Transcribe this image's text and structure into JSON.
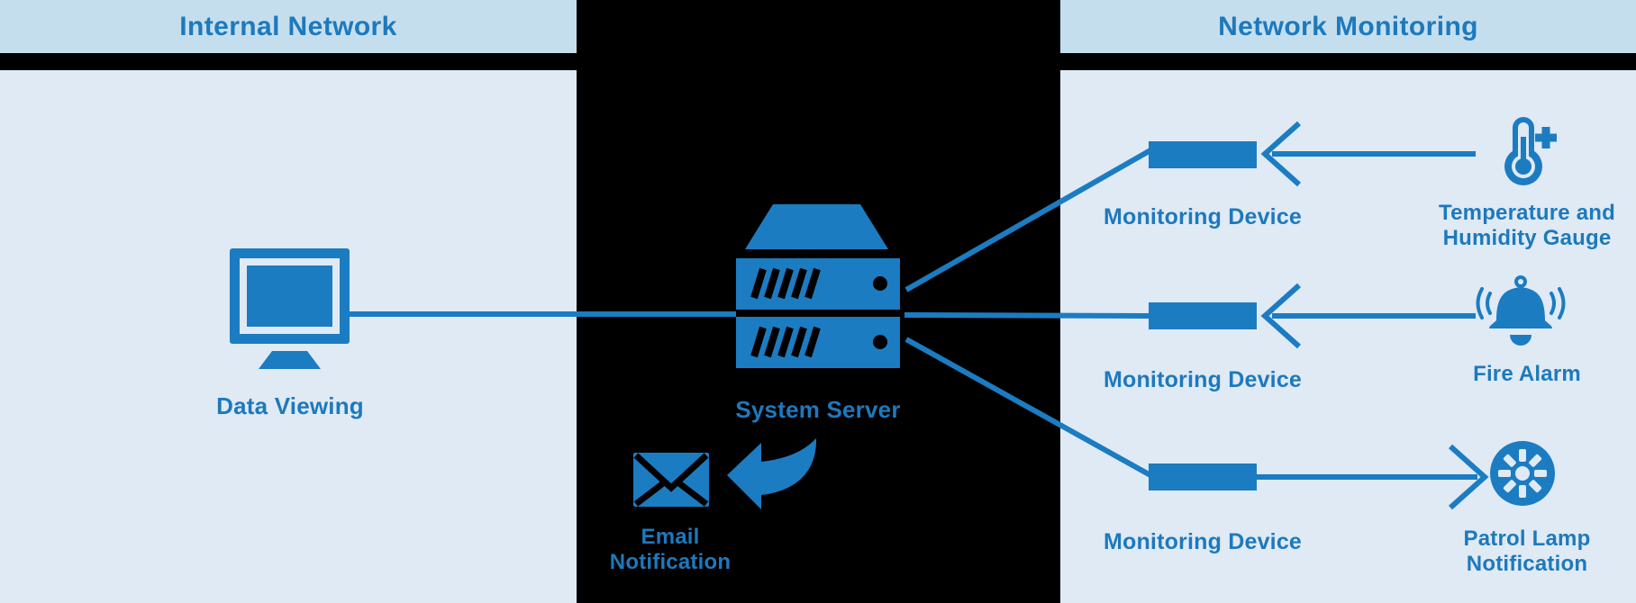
{
  "colors": {
    "accent": "#1c7cc2",
    "text_blue": "#1d79bd",
    "panel_header_bg": "#c5deee",
    "panel_body_bg": "#dfeaf5",
    "background": "#000000"
  },
  "panels": {
    "internal": {
      "title": "Internal Network"
    },
    "monitoring": {
      "title": "Network Monitoring"
    }
  },
  "internal": {
    "workstation": {
      "label": "Data Viewing",
      "icon": "monitor-icon"
    }
  },
  "server": {
    "label": "System Server",
    "icon": "server-icon"
  },
  "email": {
    "label_line1": "Email",
    "label_line2": "Notification",
    "icon": "envelope-icon",
    "arrow_icon": "curved-arrow-icon"
  },
  "monitoring": {
    "devices": [
      {
        "label": "Monitoring Device"
      },
      {
        "label": "Monitoring Device"
      },
      {
        "label": "Monitoring Device"
      }
    ],
    "sensors": [
      {
        "label_line1": "Temperature and",
        "label_line2": "Humidity Gauge",
        "icon": "thermometer-icon",
        "arrow_direction": "toward-device"
      },
      {
        "label_line1": "Fire Alarm",
        "label_line2": "",
        "icon": "fire-alarm-bell-icon",
        "arrow_direction": "toward-device"
      },
      {
        "label_line1": "Patrol Lamp",
        "label_line2": "Notification",
        "icon": "patrol-lamp-icon",
        "arrow_direction": "toward-sensor"
      }
    ]
  }
}
